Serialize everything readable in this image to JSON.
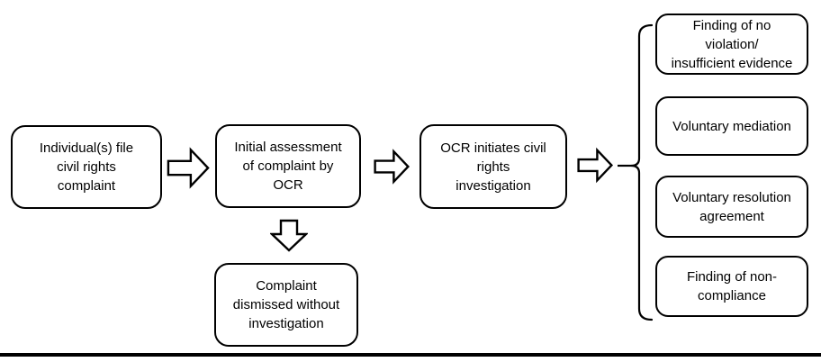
{
  "colors": {
    "stroke": "#000000",
    "background": "#ffffff",
    "text": "#000000"
  },
  "icons": {
    "flow_arrow_right": "block-arrow-right",
    "flow_arrow_down": "block-arrow-down",
    "outcomes_brace": "curly-brace-opening-right"
  },
  "nodes": {
    "file_complaint": {
      "text": "Individual(s) file\ncivil rights\ncomplaint"
    },
    "initial_assessment": {
      "text": "Initial assessment\nof complaint by\nOCR"
    },
    "investigation": {
      "text": "OCR initiates civil\nrights\ninvestigation"
    },
    "dismissed": {
      "text": "Complaint\ndismissed without\ninvestigation"
    }
  },
  "outcomes": [
    {
      "text": "Finding of no\nviolation/\ninsufficient evidence"
    },
    {
      "text": "Voluntary mediation"
    },
    {
      "text": "Voluntary resolution\nagreement"
    },
    {
      "text": "Finding of non-\ncompliance"
    }
  ]
}
